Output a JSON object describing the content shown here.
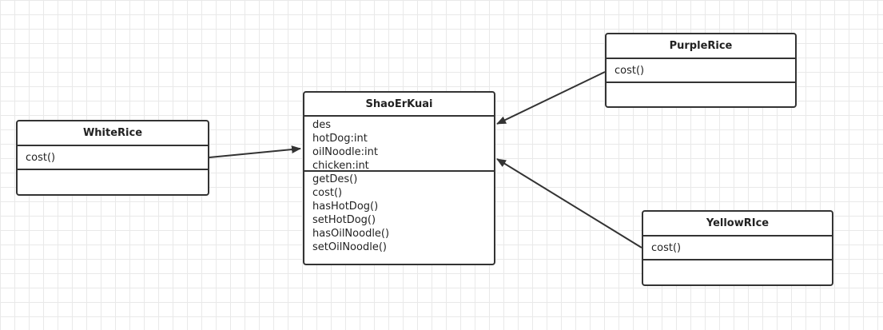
{
  "classes": {
    "shaoerkuai": {
      "name": "ShaoErKuai",
      "attributes": [
        "des",
        "hotDog:int",
        "oilNoodle:int",
        "chicken:int"
      ],
      "methods": [
        "getDes()",
        "cost()",
        "hasHotDog()",
        "setHotDog()",
        "hasOilNoodle()",
        "setOilNoodle()"
      ]
    },
    "whiterice": {
      "name": "WhiteRice",
      "attributes": [
        "cost()"
      ],
      "methods": []
    },
    "purplerice": {
      "name": "PurpleRice",
      "attributes": [
        "cost()"
      ],
      "methods": []
    },
    "yellowrice": {
      "name": "YellowRIce",
      "attributes": [
        "cost()"
      ],
      "methods": []
    }
  },
  "relations": [
    {
      "from": "WhiteRice",
      "to": "ShaoErKuai",
      "type": "association-arrow"
    },
    {
      "from": "PurpleRice",
      "to": "ShaoErKuai",
      "type": "association-arrow"
    },
    {
      "from": "YellowRIce",
      "to": "ShaoErKuai",
      "type": "association-arrow"
    }
  ],
  "colors": {
    "border": "#333333",
    "grid": "#e9e9e9",
    "background": "#ffffff"
  }
}
